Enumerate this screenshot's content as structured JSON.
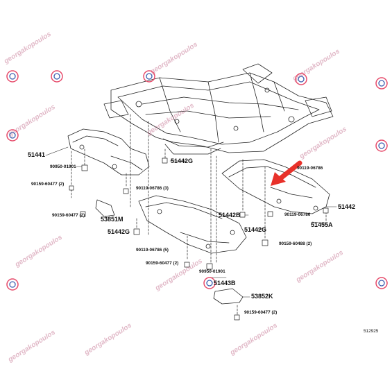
{
  "parts": {
    "p51441": "51441",
    "p90950_01901_a": "90950-01901",
    "p90159_60477_2a": "90159-60477 (2)",
    "p90159_60477_2b": "90159-60477 (2)",
    "p53851m": "53851M",
    "p51442g_a": "51442G",
    "p51442g_b": "51442G",
    "p51442g_c": "51442G",
    "p90119_06786_3": "90119-06786 (3)",
    "p90119_06786_5": "90119-06786 (5)",
    "p90159_60477_2c": "90159-60477 (2)",
    "p90950_01901_b": "90950-01901",
    "p51443b": "51443B",
    "p53852k": "53852K",
    "p90159_60477_2d": "90159-60477 (2)",
    "p51442b": "51442B",
    "p90119_06786_top": "90119-06786",
    "p51442": "51442",
    "p90119_06786_mid": "90119-06786",
    "p51455a": "51455A",
    "p90159_60488_2": "90159-60488 (2)"
  },
  "figure_id": "512925",
  "watermark": {
    "text": "georgakopoulos",
    "color": "#c97f9a"
  },
  "colors": {
    "line": "#222222",
    "arrow": "#e8312a",
    "logo_red": "#e64a6a",
    "logo_blue": "#3b5fb0"
  },
  "icons": {
    "arrow": "red-pointer-arrow-icon",
    "logo": "georgakopoulos-logo-icon"
  }
}
